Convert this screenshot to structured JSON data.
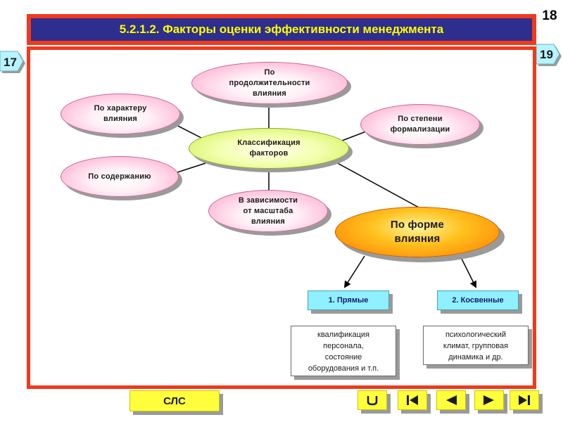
{
  "header": {
    "page_number": "18",
    "title": "5.2.1.2. Факторы оценки эффективности менеджмента"
  },
  "nav": {
    "prev_label": "17",
    "next_label": "19"
  },
  "diagram": {
    "center": "Классификация\nфакторов",
    "duration": "По\nпродолжительности\nвлияния",
    "character": "По характеру\nвлияния",
    "content": "По содержанию",
    "formalization": "По степени\nформализации",
    "scale": "В зависимости\nот масштаба\nвлияния",
    "form": "По форме\nвлияния",
    "direct_label": "1. Прямые",
    "indirect_label": "2. Косвенные",
    "direct_desc": "квалификация\nперсонала,\nсостояние\nоборудования и т.п.",
    "indirect_desc": "психологический\nклимат, групповая\nдинамика и др."
  },
  "footer": {
    "slc_label": "СЛС",
    "buttons": [
      "return-icon",
      "first-icon",
      "prev-icon",
      "next-icon",
      "last-icon"
    ]
  },
  "colors": {
    "frame": "#f03a1c",
    "title_bg": "#2e2e8e",
    "title_text": "#ffff00",
    "button_yellow": "#ffff3c"
  }
}
